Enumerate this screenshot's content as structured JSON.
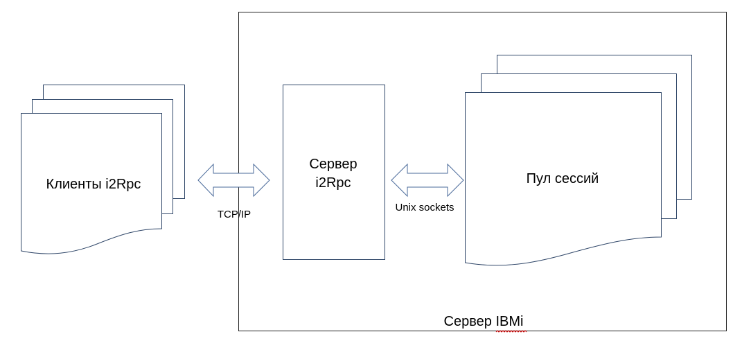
{
  "diagram": {
    "server_frame_label": "Сервер IBMi",
    "clients_label": "Клиенты i2Rpc",
    "server_label_line1": "Сервер",
    "server_label_line2": "i2Rpc",
    "pool_label": "Пул сессий",
    "link_left_label": "TCP/IP",
    "link_right_label": "Unix sockets"
  },
  "colors": {
    "shape_stroke": "#2f4668",
    "arrow_stroke": "#4a6a9a",
    "frame_stroke": "#222222",
    "spellcheck_underline": "#d00000"
  }
}
